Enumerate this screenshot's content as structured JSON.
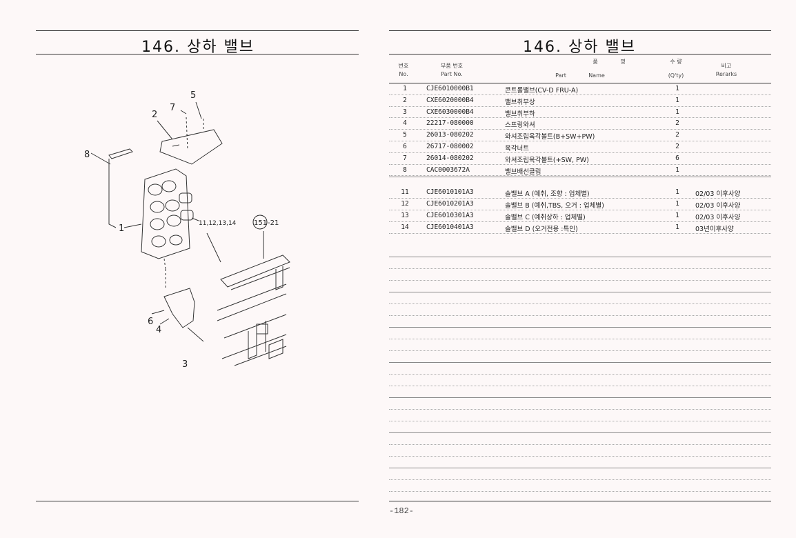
{
  "left_page": {
    "title": "146. 상하 밸브",
    "callouts": [
      "5",
      "7",
      "2",
      "8",
      "1",
      "11,12,13,14",
      "151",
      "-21",
      "6",
      "4",
      "3"
    ]
  },
  "right_page": {
    "title": "146. 상하 밸브",
    "headers": {
      "no_kr": "번호",
      "no_en": "No.",
      "partno_kr": "부품 번호",
      "partno_en": "Part  No.",
      "name_kr_1": "품",
      "name_kr_2": "명",
      "name_en_1": "Part",
      "name_en_2": "Name",
      "qty_kr": "수  량",
      "qty_en": "(Q'ty)",
      "remarks_kr": "비고",
      "remarks_en": "Rerarks"
    },
    "rows": [
      {
        "no": "1",
        "part": "CJE6010000B1",
        "name": "콘트롤밸브(CV-D FRU-A)",
        "qty": "1",
        "remark": ""
      },
      {
        "no": "2",
        "part": "CXE6020000B4",
        "name": "밸브취부상",
        "qty": "1",
        "remark": ""
      },
      {
        "no": "3",
        "part": "CXE6030000B4",
        "name": "밸브취부하",
        "qty": "1",
        "remark": ""
      },
      {
        "no": "4",
        "part": "22217-080000",
        "name": "스프링와셔",
        "qty": "2",
        "remark": ""
      },
      {
        "no": "5",
        "part": "26013-080202",
        "name": "와셔조립육각볼트(B+SW+PW)",
        "qty": "2",
        "remark": ""
      },
      {
        "no": "6",
        "part": "26717-080002",
        "name": "육각너트",
        "qty": "2",
        "remark": ""
      },
      {
        "no": "7",
        "part": "26014-080202",
        "name": "와셔조립육각볼트(+SW, PW)",
        "qty": "6",
        "remark": ""
      },
      {
        "no": "8",
        "part": "CAC0003672A",
        "name": "밸브배선클립",
        "qty": "1",
        "remark": ""
      },
      {
        "no": "11",
        "part": "CJE6010101A3",
        "name": "솔밸브 A (예취, 조향 : 업체별)",
        "qty": "1",
        "remark": "02/03 이후사양"
      },
      {
        "no": "12",
        "part": "CJE6010201A3",
        "name": "솔밸브 B (예취,TBS, 오거 : 업체별)",
        "qty": "1",
        "remark": "02/03 이후사양"
      },
      {
        "no": "13",
        "part": "CJE6010301A3",
        "name": "솔밸브 C (예취상하 : 업체별)",
        "qty": "1",
        "remark": "02/03 이후사양"
      },
      {
        "no": "14",
        "part": "CJE6010401A3",
        "name": "솔밸브 D (오거전용 :특인)",
        "qty": "1",
        "remark": "03년이후사양"
      }
    ],
    "page_number": "-182-"
  }
}
